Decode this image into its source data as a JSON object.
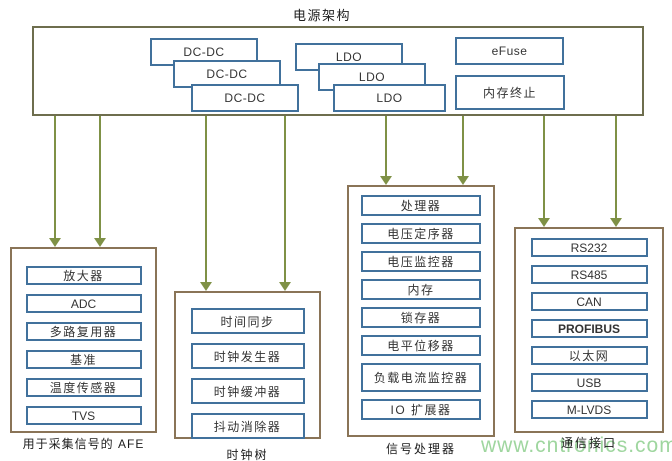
{
  "title": "电源架构",
  "power_box": {
    "dcdc": [
      "DC-DC",
      "DC-DC",
      "DC-DC"
    ],
    "ldo": [
      "LDO",
      "LDO",
      "LDO"
    ],
    "efuse": "eFuse",
    "memory_termination": "内存终止"
  },
  "groups": [
    {
      "label": "用于采集信号的 AFE",
      "items": [
        "放大器",
        "ADC",
        "多路复用器",
        "基准",
        "温度传感器",
        "TVS"
      ]
    },
    {
      "label": "时钟树",
      "items": [
        "时间同步",
        "时钟发生器",
        "时钟缓冲器",
        "抖动消除器"
      ]
    },
    {
      "label": "信号处理器",
      "items": [
        "处理器",
        "电压定序器",
        "电压监控器",
        "内存",
        "锁存器",
        "电平位移器",
        "负载电流监控器",
        "IO 扩展器"
      ]
    },
    {
      "label": "通信接口",
      "items": [
        "RS232",
        "RS485",
        "CAN",
        "PROFIBUS",
        "以太网",
        "USB",
        "M-LVDS"
      ]
    }
  ],
  "watermark": "www.cntronics.com",
  "colors": {
    "inner_box_border": "#41719c",
    "group_border": "#8a7457",
    "power_box_border": "#6e6e4e",
    "arrow": "#7f9146",
    "watermark": "#9fd69f"
  }
}
